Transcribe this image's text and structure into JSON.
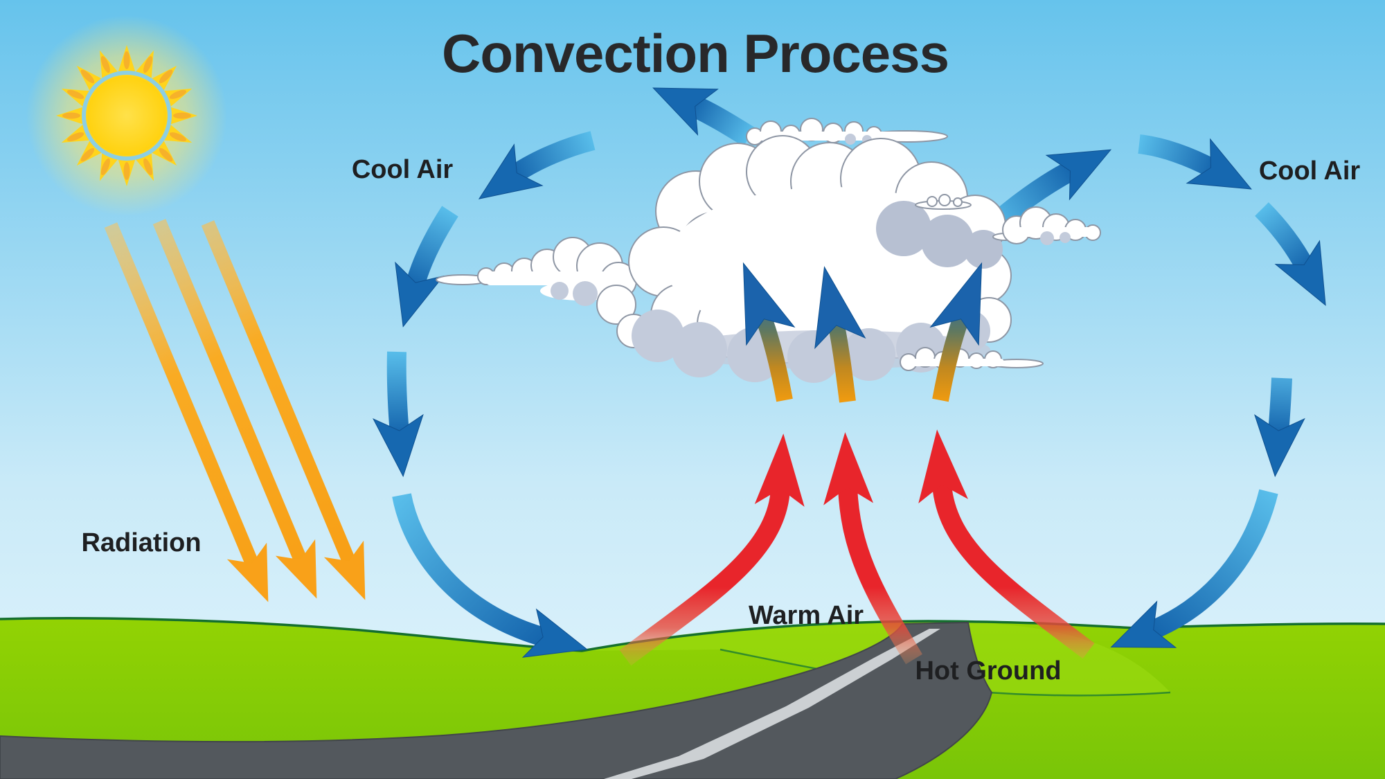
{
  "title": "Convection Process",
  "labels": {
    "radiation": "Radiation",
    "cool_air_left": "Cool Air",
    "cool_air_right": "Cool Air",
    "warm_air": "Warm Air",
    "hot_ground": "Hot Ground"
  },
  "colors": {
    "sky_top": "#66c3ec",
    "sky_bottom": "#e4f5fc",
    "sun_yellow": "#ffd616",
    "sun_ring": "#8ccfe3",
    "sun_seed_orange": "#f6b02b",
    "ray_orange": "#f9a119",
    "arrow_blue_dark": "#1565ad",
    "arrow_blue_light": "#58bdea",
    "arrow_red": "#e8252b",
    "riser_orange": "#f59d0e",
    "grass_green": "#8fd103",
    "horizon_dark_green": "#156f2e",
    "road_gray": "#53585d",
    "road_stripe": "#ccd0d3",
    "cloud_white": "#ffffff",
    "cloud_shadow": "#c3cbdb",
    "text_dark": "#1e1f21"
  }
}
